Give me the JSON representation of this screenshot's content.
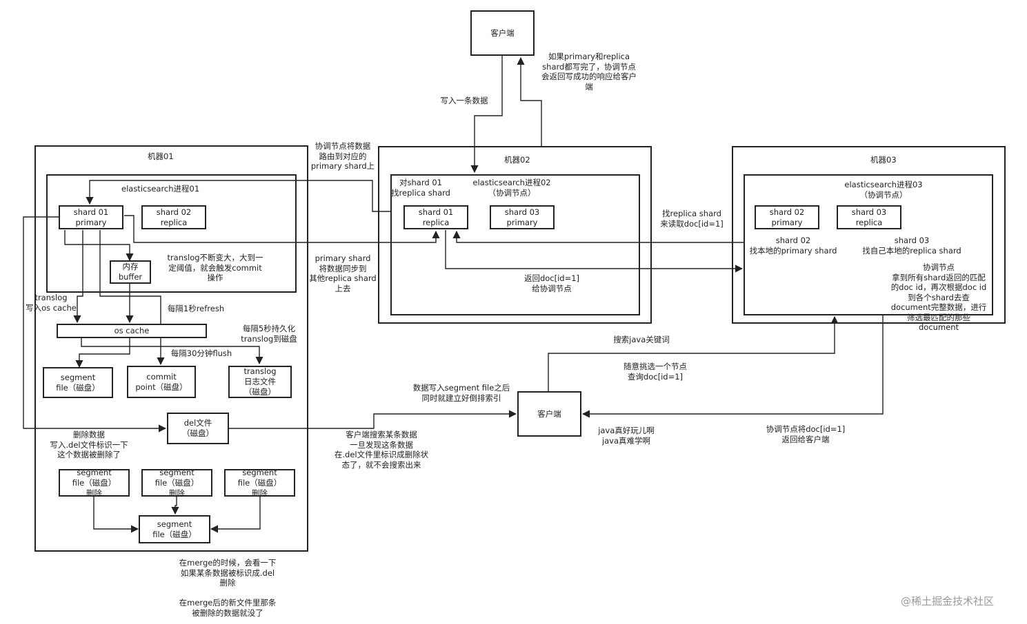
{
  "diagram": {
    "machine01": {
      "title": "机器01",
      "process": "elasticsearch进程01",
      "shard01": [
        "shard 01",
        "primary"
      ],
      "shard02": [
        "shard 02",
        "replica"
      ],
      "buffer": [
        "内存",
        "buffer"
      ],
      "os_cache": "os cache",
      "segment_file": [
        "segment",
        "file（磁盘）"
      ],
      "commit_point": [
        "commit",
        "point（磁盘）"
      ],
      "translog_file": [
        "translog",
        "日志文件",
        "（磁盘）"
      ],
      "del_file": [
        "del文件",
        "（磁盘）"
      ],
      "merge_seg_a": [
        "segment",
        "file（磁盘）",
        "删除"
      ],
      "merge_seg_b": [
        "segment",
        "file（磁盘）",
        "删除"
      ],
      "merge_seg_c": [
        "segment",
        "file（磁盘）",
        "删除"
      ],
      "merge_result": [
        "segment",
        "file（磁盘）"
      ]
    },
    "machine02": {
      "title": "机器02",
      "process": [
        "elasticsearch进程02",
        "（协调节点）"
      ],
      "shard01": [
        "shard 01",
        "replica"
      ],
      "shard03": [
        "shard 03",
        "primary"
      ],
      "find_replica": [
        "对shard 01",
        "找replica shard"
      ]
    },
    "machine03": {
      "title": "机器03",
      "process": [
        "elasticsearch进程03",
        "（协调节点）"
      ],
      "shard02": [
        "shard 02",
        "primary"
      ],
      "shard03": [
        "shard 03",
        "replica"
      ],
      "local_primary": [
        "shard 02",
        "找本地的primary shard"
      ],
      "local_replica": [
        "shard 03",
        "找自己本地的replica shard"
      ],
      "coordinator_note": [
        "协调节点",
        "拿到所有shard返回的匹配",
        "的doc id，再次根据doc id",
        "到各个shard去查",
        "document完整数据，进行",
        "筛选最匹配的那些",
        "document"
      ]
    },
    "clients": {
      "top": "客户端",
      "bottom": "客户端"
    },
    "labels": {
      "write_one": [
        "写入一条数据"
      ],
      "write_done": [
        "如果primary和replica",
        "shard都写完了，协调节点",
        "会返回写成功的响应给客户",
        "端"
      ],
      "route_primary": [
        "协调节点将数据",
        "路由到对应的",
        "primary shard上"
      ],
      "sync_replica": [
        "primary shard",
        "将数据同步到",
        "其他replica shard",
        "上去"
      ],
      "find_replica_read": [
        "找replica shard",
        "来读取doc[id=1]"
      ],
      "return_doc": [
        "返回doc[id=1]",
        "给协调节点"
      ],
      "translog_commit": [
        "translog不断变大，大到一",
        "定阈值，就会触发commit",
        "操作"
      ],
      "translog_os": [
        "translog",
        "写入os cache"
      ],
      "refresh": [
        "每隔1秒refresh"
      ],
      "persist": [
        "每隔5秒持久化",
        "translog到磁盘"
      ],
      "flush": [
        "每隔30分钟flush"
      ],
      "delete": [
        "删除数据",
        "写入.del文件标识一下",
        "这个数据被删除了"
      ],
      "merge": [
        "在merge的时候，会看一下",
        "如果某条数据被标识成.del",
        "删除",
        "",
        "在merge后的新文件里那条",
        "被删除的数据就没了"
      ],
      "segment_index": [
        "数据写入segment file之后",
        "同时就建立好倒排索引"
      ],
      "search_deleted": [
        "客户端搜索某条数据",
        "一旦发现这条数据",
        "在.del文件里标识成删除状",
        "态了，就不会搜索出来"
      ],
      "search_keyword": [
        "搜索java关键词"
      ],
      "pick_node": [
        "随意挑选一个节点",
        "查询doc[id=1]"
      ],
      "java_fun": [
        "java真好玩儿啊",
        "java真难学啊"
      ],
      "return_client": [
        "协调节点将doc[id=1]",
        "返回给客户端"
      ]
    },
    "watermark": "@稀土掘金技术社区"
  }
}
